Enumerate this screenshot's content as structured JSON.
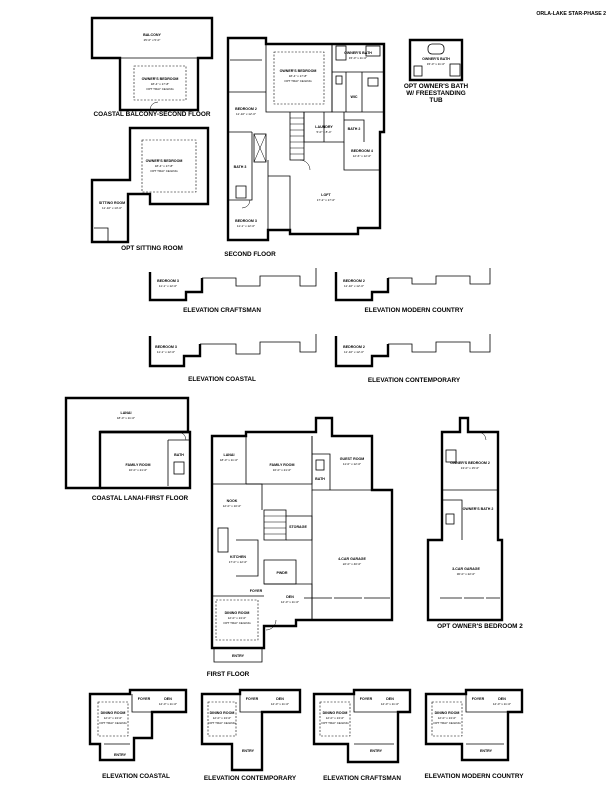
{
  "header": {
    "title": "ORLA-LAKE STAR-PHASE 2"
  },
  "captions": {
    "coastal_balcony_second": "COASTAL BALCONY-SECOND FLOOR",
    "opt_sitting_room": "OPT SITTING ROOM",
    "second_floor": "SECOND FLOOR",
    "opt_owners_bath_line1": "OPT OWNER'S BATH",
    "opt_owners_bath_line2": "W/ FREESTANDING",
    "opt_owners_bath_line3": "TUB",
    "elev_craftsman_upper": "ELEVATION CRAFTSMAN",
    "elev_modern_country_upper": "ELEVATION MODERN COUNTRY",
    "elev_coastal_upper": "ELEVATION COASTAL",
    "elev_contemporary_upper": "ELEVATION CONTEMPORARY",
    "coastal_lanai_first": "COASTAL LANAI-FIRST FLOOR",
    "first_floor": "FIRST FLOOR",
    "opt_owners_bedroom_2": "OPT OWNER'S BEDROOM 2",
    "elev_coastal_lower": "ELEVATION COASTAL",
    "elev_contemporary_lower": "ELEVATION CONTEMPORARY",
    "elev_craftsman_lower": "ELEVATION CRAFTSMAN",
    "elev_modern_country_lower": "ELEVATION MODERN COUNTRY"
  },
  "rooms": {
    "balcony": {
      "name": "BALCONY",
      "dim": "25'-0\" x 5'-0\""
    },
    "owners_bedroom": {
      "name": "OWNER'S BEDROOM",
      "dim": "18'-4\" x 17'-8\"",
      "note": "OPT TRAY CEILING"
    },
    "sitting_room": {
      "name": "SITTING ROOM",
      "dim": "11'-10\" x 13'-0\""
    },
    "bedroom_2": {
      "name": "BEDROOM 2",
      "dim": "11'-10\" x 12'-0\""
    },
    "bedroom_3": {
      "name": "BEDROOM 3",
      "dim": "11'-1\" x 12'-0\""
    },
    "bedroom_4": {
      "name": "BEDROOM 4",
      "dim": "12'-6\" x 12'-0\""
    },
    "owners_bath": {
      "name": "OWNER'S BATH",
      "dim": "15'-0\" x 11'-0\""
    },
    "wic": {
      "name": "WIC"
    },
    "laundry": {
      "name": "LAUNDRY",
      "dim": "5'-0\" x 8'-4\""
    },
    "bath_2": {
      "name": "BATH 2"
    },
    "bath_3": {
      "name": "BATH 3"
    },
    "loft": {
      "name": "LOFT",
      "dim": "17'-2\" x 17'-0\""
    },
    "lanai": {
      "name": "LANAI",
      "dim": "18'-0\" x 11'-0\""
    },
    "family_room": {
      "name": "FAMILY ROOM",
      "dim": "16'-0\" x 21'-0\""
    },
    "bath": {
      "name": "BATH"
    },
    "guest_room": {
      "name": "GUEST ROOM",
      "dim": "11'-0\" x 12'-0\""
    },
    "nook": {
      "name": "NOOK",
      "dim": "12'-0\" x 10'-0\""
    },
    "kitchen": {
      "name": "KITCHEN",
      "dim": "17'-0\" x 12'-0\""
    },
    "storage": {
      "name": "STORAGE"
    },
    "garage_4": {
      "name": "4-CAR GARAGE",
      "dim": "22'-0\" x 40'-0\""
    },
    "garage_3": {
      "name": "3-CAR GARAGE",
      "dim": "30'-0\" x 22'-0\""
    },
    "pwdr": {
      "name": "PWDR"
    },
    "foyer": {
      "name": "FOYER"
    },
    "den": {
      "name": "DEN",
      "dim": "12'-0\" x 11'-0\""
    },
    "dining_room": {
      "name": "DINING ROOM",
      "dim": "12'-0\" x 13'-0\"",
      "note": "OPT TRAY CEILING"
    },
    "entry": {
      "name": "ENTRY"
    },
    "owners_bedroom_2": {
      "name": "OWNER'S BEDROOM 2",
      "dim": "13'-0\" x 15'-0\""
    },
    "owners_bath_2": {
      "name": "OWNER'S BATH 2"
    }
  }
}
